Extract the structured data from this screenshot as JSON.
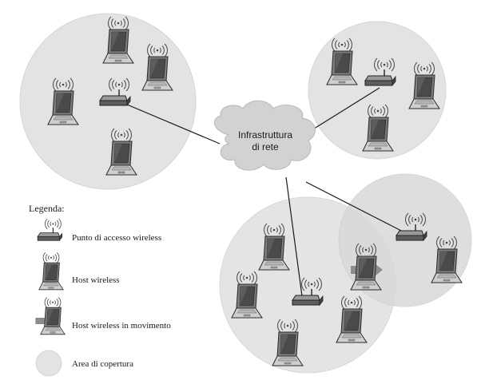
{
  "diagram": {
    "cloud": {
      "line1": "Infrastruttura",
      "line2": "di rete"
    },
    "legend": {
      "title": "Legenda:",
      "items": [
        {
          "label": "Punto di accesso wireless"
        },
        {
          "label": "Host wireless"
        },
        {
          "label": "Host wireless in movimento"
        },
        {
          "label": "Area di copertura"
        }
      ]
    },
    "colors": {
      "coverage": "#e3e3e3",
      "coverage_stroke": "#d6d6d6",
      "cloud": "#d2d2d2",
      "device_body": "#8a8a8a",
      "screen": "#5a5a5a",
      "motion_arrow": "#8c8c8c",
      "line": "#1a1a1a"
    }
  }
}
